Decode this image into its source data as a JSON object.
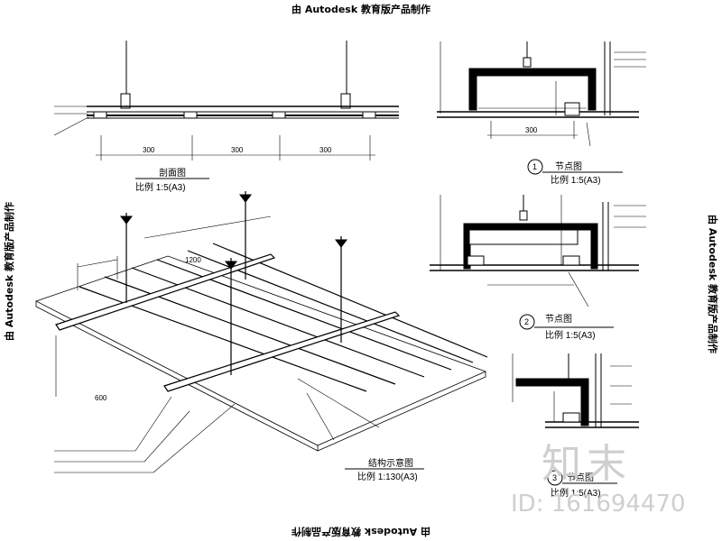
{
  "edu_banner": "由 Autodesk 教育版产品制作",
  "views": {
    "section_title": "剖面图",
    "section_scale": "比例 1:5(A3)",
    "node1_title": "节点图",
    "node1_num": "1",
    "node1_scale": "比例 1:5(A3)",
    "node2_title": "节点图",
    "node2_num": "2",
    "node2_scale": "比例 1:5(A3)",
    "node3_title": "节点图",
    "node3_num": "3",
    "node3_scale": "比例 1:5(A3)",
    "axo_title": "结构示意图",
    "axo_scale": "比例 1:130(A3)"
  },
  "labels": {
    "dim_a": "300",
    "dim_b": "300",
    "dim_c": "300",
    "dim_axo_top": "1200",
    "dim_axo_left": "600",
    "dim_node1": "300"
  },
  "watermark": {
    "logo": "知末",
    "id": "ID: 161694470"
  }
}
